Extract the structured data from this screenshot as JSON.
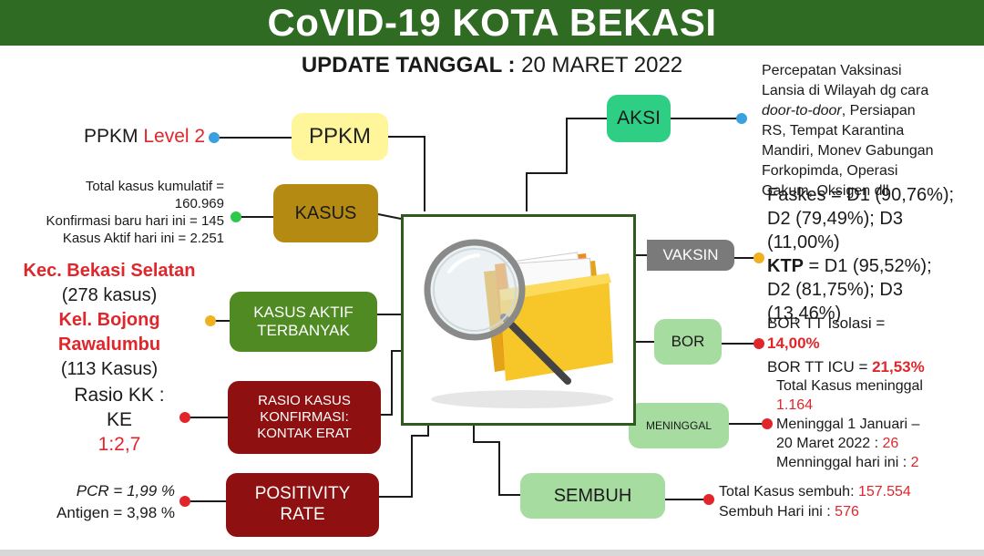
{
  "header": {
    "title": "CoVID-19 KOTA BEKASI",
    "update_label": "UPDATE TANGGAL :",
    "update_date": "20 MARET 2022"
  },
  "nodes": {
    "ppkm": "PPKM",
    "kasus": "KASUS",
    "kasus_aktif_line1": "KASUS AKTIF",
    "kasus_aktif_line2": "TERBANYAK",
    "rasio_line1": "RASIO KASUS",
    "rasio_line2": "KONFIRMASI:",
    "rasio_line3": "KONTAK ERAT",
    "positivity_line1": "POSITIVITY",
    "positivity_line2": "RATE",
    "aksi": "AKSI",
    "vaksin": "VAKSIN",
    "bor": "BOR",
    "meninggal": "MENINGGAL",
    "sembuh": "SEMBUH"
  },
  "ppkm": {
    "prefix": "PPKM",
    "level": "Level 2"
  },
  "kasus": {
    "line1": "Total kasus kumulatif =",
    "line2": "160.969",
    "line3": "Konfirmasi baru hari ini = 145",
    "line4": "Kasus Aktif hari ini = 2.251"
  },
  "kasus_aktif": {
    "kec": "Kec. Bekasi Selatan",
    "kec_count": "(278 kasus)",
    "kel_line1": "Kel. Bojong",
    "kel_line2": "Rawalumbu",
    "kel_count": "(113 Kasus)"
  },
  "rasio": {
    "line1": "Rasio KK :",
    "line2": "KE",
    "value": "1:2,7"
  },
  "positivity": {
    "pcr": "PCR = 1,99 %",
    "antigen": "Antigen = 3,98 %"
  },
  "aksi": {
    "line1": "Percepatan Vaksinasi",
    "line2": "Lansia di Wilayah dg cara",
    "line3_italic": "door-to-door",
    "line3_rest": ", Persiapan",
    "line4": "RS, Tempat Karantina",
    "line5": "Mandiri, Monev Gabungan",
    "line6": "Forkopimda, Operasi",
    "line7": "Gakum, Oksigen dll"
  },
  "vaksin": {
    "line1": "Faskes = D1 (90,76%);",
    "line2": "D2 (79,49%); D3",
    "line3": "(11,00%)",
    "ktp_label": "KTP",
    "line4_rest": " = D1 (95,52%);",
    "line5": "D2 (81,75%); D3",
    "line6": "(13,46%)"
  },
  "bor": {
    "line1": "BOR TT Isolasi =",
    "line2": "14,00%",
    "icu_label": "BOR TT ICU = ",
    "icu_value": "21,53%"
  },
  "meninggal": {
    "line1": "Total Kasus meninggal",
    "line2": "1.164",
    "line3": "Meninggal 1 Januari –",
    "line4_label": "20 Maret 2022 : ",
    "line4_value": "26",
    "line5_label": "Menninggal hari ini : ",
    "line5_value": "2"
  },
  "sembuh": {
    "line1_label": "Total Kasus sembuh: ",
    "line1_value": "157.554",
    "line2_label": "Sembuh Hari ini : ",
    "line2_value": "576"
  },
  "colors": {
    "header_green": "#2f6b22",
    "ppkm_yellow": "#fff59a",
    "kasus_gold": "#b58a12",
    "kasus_aktif_green": "#4f8a22",
    "rasio_darkred": "#8e1010",
    "aksi_green": "#2ecf84",
    "vaksin_gray": "#7a7a7a",
    "bor_lightgreen": "#a7dca0",
    "sembuh_lightgreen": "#a7dca0",
    "accent_red": "#e0262b",
    "dot_blue": "#3aa0e0",
    "dot_green": "#2ec94c",
    "dot_orange": "#f0b020"
  },
  "center_image": {
    "icon": "magnifier-folder-icon"
  }
}
